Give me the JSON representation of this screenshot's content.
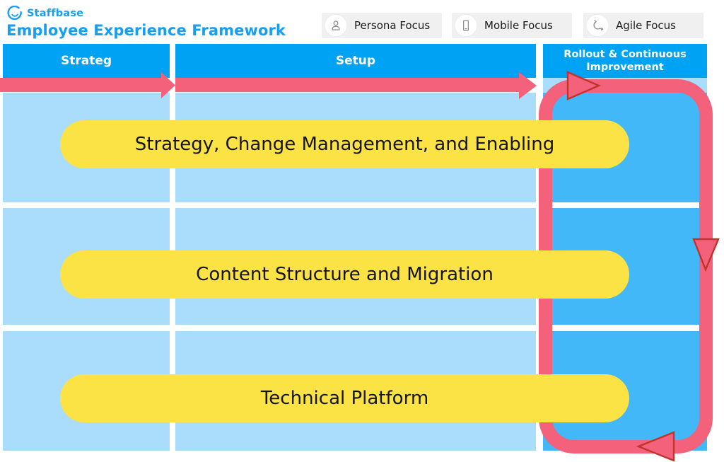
{
  "app": {
    "logo_text": "Staffbase",
    "title": "Employee Experience Framework"
  },
  "focus_buttons": [
    {
      "label": "Persona Focus",
      "icon": "person-icon"
    },
    {
      "label": "Mobile Focus",
      "icon": "mobile-phone-icon"
    },
    {
      "label": "Agile Focus",
      "icon": "agile-cycle-icon"
    }
  ],
  "columns": [
    {
      "header": "Strateg"
    },
    {
      "header": "Setup"
    },
    {
      "header": "Rollout & Continuous Improvement"
    }
  ],
  "rows": [
    {
      "label": "Strategy, Change Management, and Enabling"
    },
    {
      "label": "Content Structure and Migration"
    },
    {
      "label": "Technical Platform"
    }
  ],
  "colors": {
    "brand_blue": "#169ef0",
    "header_blue": "#00a3f4",
    "light_blue": "#a9ddfb",
    "deep_blue": "#42b8f8",
    "flow_pink": "#f4617a",
    "arrow_outline_red": "#c0342e",
    "pill_yellow": "#fbe346",
    "button_gray": "#f0f0f0"
  }
}
